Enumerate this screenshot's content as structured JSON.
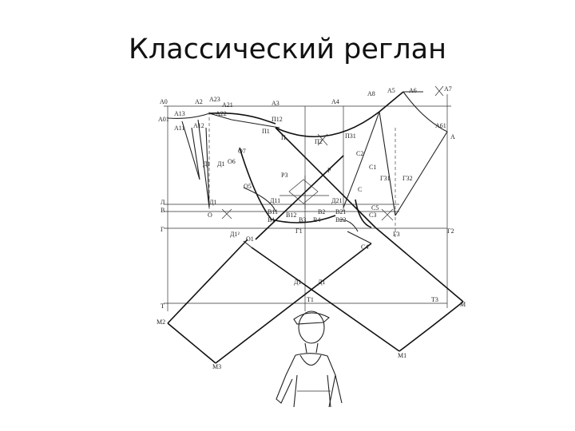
{
  "slide": {
    "title": "Классический реглан"
  },
  "labels": {
    "A0": "А0",
    "A2": "А2",
    "A23": "А23",
    "A21": "А21",
    "A3": "А3",
    "A4": "А4",
    "A8": "А8",
    "A5": "А5",
    "A6": "А6",
    "A7": "А7",
    "A61": "А61",
    "A": "А",
    "A01": "А01",
    "A13": "А13",
    "A11": "А11",
    "A22": "А22",
    "A12": "А12",
    "P12": "П12",
    "P1": "П1",
    "P": "П",
    "P2": "П2",
    "P31": "П31",
    "O7": "О7",
    "O6": "О6",
    "O5": "О5",
    "O": "О",
    "O1": "О1",
    "C2": "С2",
    "C1": "С1",
    "C": "С",
    "C5": "С5",
    "C3": "С3",
    "C4": "С4",
    "R3": "Р3",
    "R": "Р",
    "G32": "Г32",
    "G31": "Г31",
    "D1a": "Д1",
    "D1b": "Д1",
    "D1c": "Д1",
    "D12": "Д1²",
    "L": "Л",
    "B": "В",
    "G": "Г",
    "T": "Т",
    "G2": "Г2",
    "G1": "Г1",
    "G3": "Г3",
    "D11": "Д11",
    "D21": "Д21",
    "B11": "В11",
    "B1": "В1",
    "B12": "В12",
    "B3": "В3",
    "B4": "В4",
    "B2": "В2",
    "B21": "В21",
    "B22": "В22",
    "J1": "Д1",
    "J2": "Д1",
    "T1": "Т1",
    "T3": "Т3",
    "M": "М",
    "M2": "М2",
    "M3": "М3",
    "M1": "М1"
  }
}
